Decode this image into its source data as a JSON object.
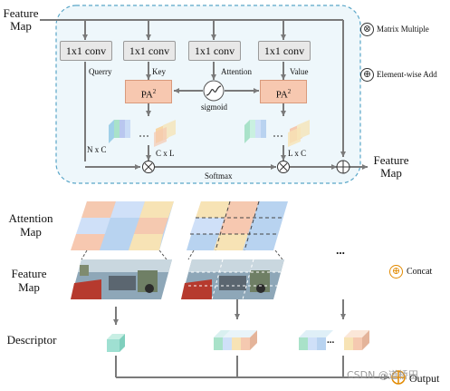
{
  "top": {
    "input_label": "Feature\nMap",
    "output_label": "Feature\nMap",
    "conv_labels": [
      "1x1 conv",
      "1x1 conv",
      "1x1 conv",
      "1x1 conv"
    ],
    "branch_labels": {
      "query": "Querry",
      "key": "Key",
      "attention": "Attention",
      "value": "Value"
    },
    "pa_label": "PA",
    "pa_sup": "2",
    "sigmoid_label": "sigmoid",
    "nxc_label": "N x C",
    "cxl_label": "C x L",
    "lxc_label": "L x C",
    "softmax_label": "Softmax"
  },
  "legend": {
    "matrix": {
      "symbol": "⊗",
      "label": "Matrix Multiple"
    },
    "elementwise": {
      "symbol": "⊕",
      "label": "Element-wise  Add"
    },
    "concat": {
      "symbol": "⊕",
      "label": "Concat"
    }
  },
  "bottom": {
    "attention_map_label": "Attention\nMap",
    "feature_map_label": "Feature\nMap",
    "descriptor_label": "Descriptor",
    "ellipsis": "...",
    "output_label": "Output"
  },
  "watermark": "CSDN @道桥田",
  "colors": {
    "frame": "#5aa6c8",
    "frame_fill": "#eef7fb",
    "pa_fill": "#f7c8b0",
    "conv_fill": "#e8e8e8",
    "tile_blue": "#b8d3f0",
    "tile_peach": "#f5c9b0",
    "tile_yellow": "#f7e3b5",
    "teal": "#9fe0d2",
    "concat_symbol": "#e28a00"
  }
}
